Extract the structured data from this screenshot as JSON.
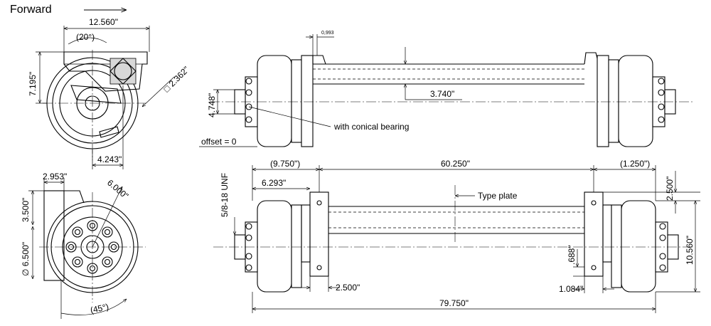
{
  "header": {
    "direction_label": "Forward"
  },
  "side_view": {
    "width_dim": "12.560\"",
    "angle_top": "(20°)",
    "height_dim": "7.195\"",
    "square_dim": "□ 2.362\"",
    "offset_dim": "4.243\""
  },
  "top_view": {
    "small_dim": "0,993",
    "height_dim": "4.748\"",
    "drop_dim": "3.740\"",
    "bearing_note": "with conical bearing",
    "offset_note": "offset = 0"
  },
  "hub_view": {
    "top_dim": "2.953\"",
    "bolt_dim": "6.000\"",
    "height_dim": "3.500\"",
    "diameter_dim": "∅ 6.500\"",
    "angle_dim": "(45°)"
  },
  "front_view": {
    "left_dim": "(9.750\")",
    "center_dim": "60.250\"",
    "right_dim": "(1.250\")",
    "hub_dim": "6.293\"",
    "thread_dim": "5/8-18 UNF",
    "type_plate": "Type plate",
    "right_height": "2.500\"",
    "total_height": "10.560\"",
    "plate_height": ".688\"",
    "plate_width": "2.500\"",
    "plate_offset": "1.084\"",
    "total_length": "79.750\""
  }
}
